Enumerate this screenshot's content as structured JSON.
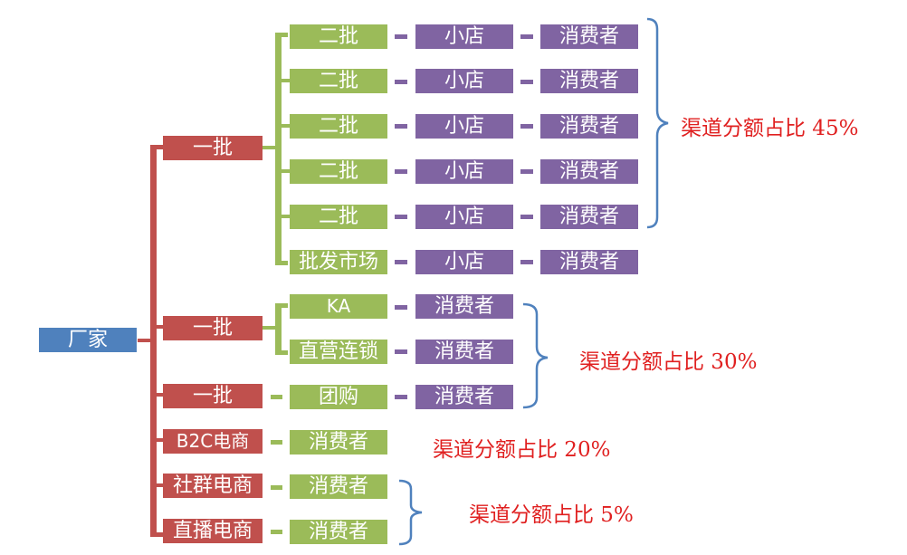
{
  "root": {
    "label": "厂家",
    "color": "#4f81bd"
  },
  "tier1": [
    {
      "label": "一批",
      "color": "#c0504d"
    },
    {
      "label": "一批",
      "color": "#c0504d"
    },
    {
      "label": "一批",
      "color": "#c0504d"
    },
    {
      "label": "B2C电商",
      "color": "#c0504d"
    },
    {
      "label": "社群电商",
      "color": "#c0504d"
    },
    {
      "label": "直播电商",
      "color": "#c0504d"
    }
  ],
  "rows": [
    {
      "tier2": "二批",
      "store": "小店",
      "consumer": "消费者"
    },
    {
      "tier2": "二批",
      "store": "小店",
      "consumer": "消费者"
    },
    {
      "tier2": "二批",
      "store": "小店",
      "consumer": "消费者"
    },
    {
      "tier2": "二批",
      "store": "小店",
      "consumer": "消费者"
    },
    {
      "tier2": "二批",
      "store": "小店",
      "consumer": "消费者"
    },
    {
      "tier2": "批发市场",
      "store": "小店",
      "consumer": "消费者"
    },
    {
      "tier2": "KA",
      "consumer": "消费者"
    },
    {
      "tier2": "直营连锁",
      "consumer": "消费者"
    },
    {
      "tier2": "团购",
      "consumer": "消费者"
    },
    {
      "consumer": "消费者"
    },
    {
      "consumer": "消费者"
    },
    {
      "consumer": "消费者"
    }
  ],
  "shares": [
    {
      "label": "渠道分额占比 45%",
      "color": "#e02020"
    },
    {
      "label": "渠道分额占比 30%",
      "color": "#e02020"
    },
    {
      "label": "渠道分额占比 20%",
      "color": "#e02020"
    },
    {
      "label": "渠道分额占比 5%",
      "color": "#e02020"
    }
  ],
  "colors": {
    "root": "#4f81bd",
    "tier1": "#c0504d",
    "green": "#9bbb59",
    "purple": "#8064a2",
    "bracket": "#4f81bd",
    "share_text": "#e02020"
  }
}
